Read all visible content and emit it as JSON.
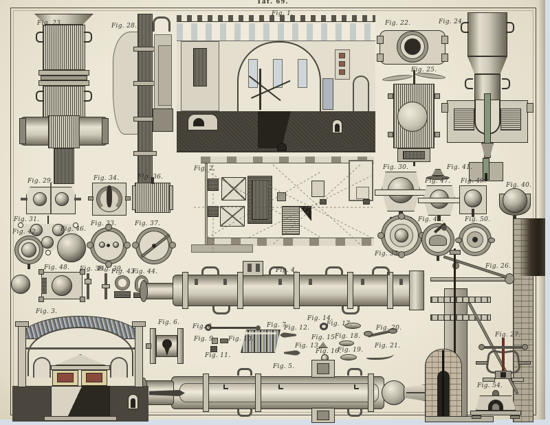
{
  "plate": {
    "title": "Taf. 69."
  },
  "palette": {
    "paper": "#ece7d6",
    "ink": "#35332b",
    "ground": "#4a463d",
    "scan_bed": "#d6dee8",
    "brick": "#b1a996",
    "core_green": "#86967b",
    "window_blue": "#c6cdd2",
    "window_red": "#8a4a3c"
  },
  "figs": {
    "f1": {
      "label": "Fig. 1."
    },
    "f2": {
      "label": "Fig. 2."
    },
    "f3": {
      "label": "Fig. 3."
    },
    "f4": {
      "label": "Fig. 4."
    },
    "f5": {
      "label": "Fig. 5."
    },
    "f6": {
      "label": "Fig. 6."
    },
    "f7": {
      "label": "Fig. 7."
    },
    "f8": {
      "label": "Fig. 8."
    },
    "f9": {
      "label": "Fig. 9."
    },
    "f10": {
      "label": "Fig. 10."
    },
    "f11": {
      "label": "Fig. 11."
    },
    "f12": {
      "label": "Fig. 12."
    },
    "f13": {
      "label": "Fig. 13."
    },
    "f14": {
      "label": "Fig. 14."
    },
    "f15": {
      "label": "Fig. 15."
    },
    "f16": {
      "label": "Fig. 16."
    },
    "f17": {
      "label": "Fig. 17."
    },
    "f18": {
      "label": "Fig. 18."
    },
    "f19": {
      "label": "Fig. 19."
    },
    "f20": {
      "label": "Fig. 20."
    },
    "f21": {
      "label": "Fig. 21."
    },
    "f22": {
      "label": "Fig. 22."
    },
    "f23": {
      "label": "Fig. 23."
    },
    "f24": {
      "label": "Fig. 24."
    },
    "f25": {
      "label": "Fig. 25."
    },
    "f26": {
      "label": "Fig. 26."
    },
    "f27": {
      "label": "Fig. 27."
    },
    "f28": {
      "label": "Fig. 28."
    },
    "f29": {
      "label": "Fig. 29."
    },
    "f30": {
      "label": "Fig. 30."
    },
    "f31": {
      "label": "Fig. 31."
    },
    "f33": {
      "label": "Fig. 33."
    },
    "f34": {
      "label": "Fig. 34."
    },
    "f35": {
      "label": "Fig. 35."
    },
    "f36": {
      "label": "Fig. 36."
    },
    "f37": {
      "label": "Fig. 37."
    },
    "f38": {
      "label": "Fig. 38."
    },
    "f39": {
      "label": "Fig. 39."
    },
    "f40": {
      "label": "Fig. 40."
    },
    "f41": {
      "label": "Fig. 41."
    },
    "f42": {
      "label": "Fig. 42."
    },
    "f43": {
      "label": "Fig. 43."
    },
    "f44": {
      "label": "Fig. 44."
    },
    "f45": {
      "label": "Fig. 45."
    },
    "f46": {
      "label": "Fig. 46."
    },
    "f47": {
      "label": "Fig. 47."
    },
    "f48": {
      "label": "Fig. 48."
    },
    "f49": {
      "label": "Fig. 49."
    },
    "f50": {
      "label": "Fig. 50."
    },
    "f54": {
      "label": "Fig. 54."
    }
  }
}
